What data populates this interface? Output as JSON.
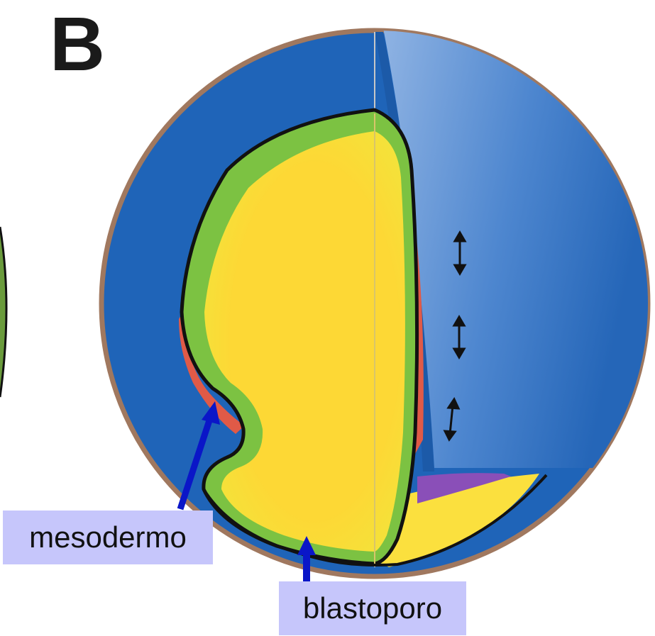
{
  "figure": {
    "panel_letter": "B",
    "labels": {
      "mesoderm": "mesodermo",
      "blastopore": "blastoporo"
    }
  },
  "colors": {
    "ectoderm_blue": "#1f64b8",
    "endoderm_yellow": "#fdd835",
    "mesoderm_green": "#7cc242",
    "mesoderm_red": "#e05a47",
    "purple_region": "#8a4fb8",
    "outline": "#a0785f",
    "arrow_blue": "#0a16c8",
    "label_bg": "#c6c6fb"
  },
  "icons": {
    "movement": "double-arrow-icon",
    "pointer": "pointer-arrow-icon"
  }
}
